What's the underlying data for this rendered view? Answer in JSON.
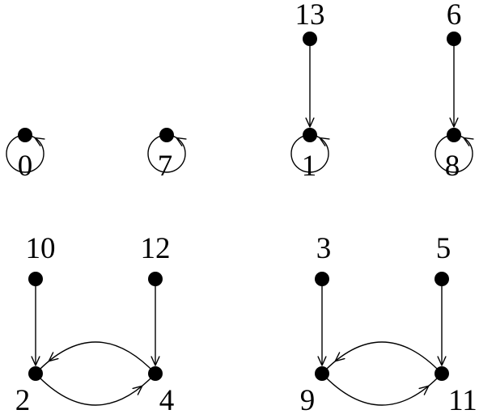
{
  "diagram": {
    "nodes": [
      {
        "id": "n0",
        "label": "0"
      },
      {
        "id": "n7",
        "label": "7"
      },
      {
        "id": "n13",
        "label": "13"
      },
      {
        "id": "n1",
        "label": "1"
      },
      {
        "id": "n6",
        "label": "6"
      },
      {
        "id": "n8",
        "label": "8"
      },
      {
        "id": "n10",
        "label": "10"
      },
      {
        "id": "n12",
        "label": "12"
      },
      {
        "id": "n2",
        "label": "2"
      },
      {
        "id": "n4",
        "label": "4"
      },
      {
        "id": "n3",
        "label": "3"
      },
      {
        "id": "n5",
        "label": "5"
      },
      {
        "id": "n9",
        "label": "9"
      },
      {
        "id": "n11",
        "label": "11"
      }
    ],
    "edges": [
      {
        "from": "n0",
        "to": "n0",
        "kind": "self-loop"
      },
      {
        "from": "n7",
        "to": "n7",
        "kind": "self-loop"
      },
      {
        "from": "n1",
        "to": "n1",
        "kind": "self-loop"
      },
      {
        "from": "n8",
        "to": "n8",
        "kind": "self-loop"
      },
      {
        "from": "n13",
        "to": "n1",
        "kind": "straight"
      },
      {
        "from": "n6",
        "to": "n8",
        "kind": "straight"
      },
      {
        "from": "n10",
        "to": "n2",
        "kind": "straight"
      },
      {
        "from": "n12",
        "to": "n4",
        "kind": "straight"
      },
      {
        "from": "n2",
        "to": "n4",
        "kind": "curved"
      },
      {
        "from": "n4",
        "to": "n2",
        "kind": "curved"
      },
      {
        "from": "n3",
        "to": "n9",
        "kind": "straight"
      },
      {
        "from": "n5",
        "to": "n11",
        "kind": "straight"
      },
      {
        "from": "n9",
        "to": "n11",
        "kind": "curved"
      },
      {
        "from": "n11",
        "to": "n9",
        "kind": "curved"
      }
    ]
  }
}
